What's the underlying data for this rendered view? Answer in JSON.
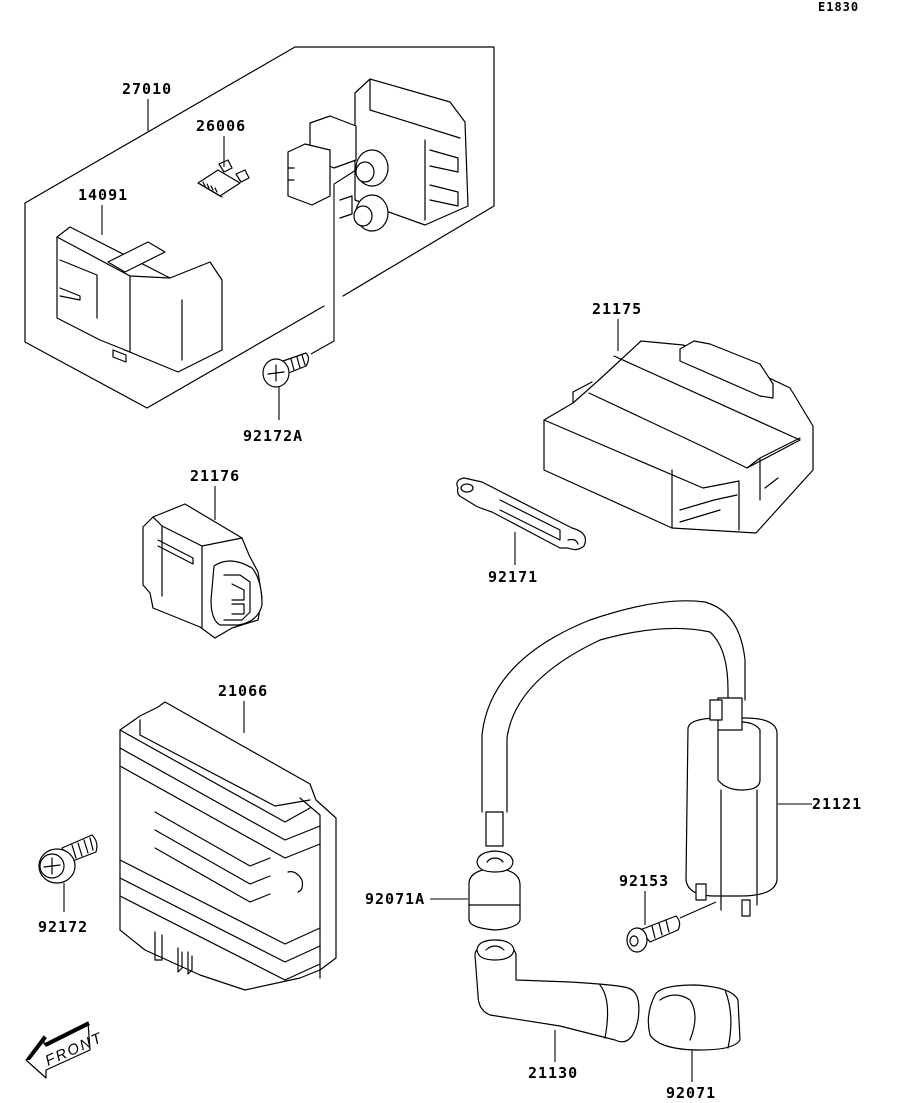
{
  "diagram": {
    "code": "E1830",
    "front_label": "FRONT",
    "parts": [
      {
        "id": "27010",
        "label": "27010",
        "name": "relay-assembly"
      },
      {
        "id": "26006",
        "label": "26006",
        "name": "fuse"
      },
      {
        "id": "14091",
        "label": "14091",
        "name": "cover"
      },
      {
        "id": "92172A",
        "label": "92172A",
        "name": "bolt"
      },
      {
        "id": "21175",
        "label": "21175",
        "name": "igniter-ecu"
      },
      {
        "id": "21176",
        "label": "21176",
        "name": "relay"
      },
      {
        "id": "92171",
        "label": "92171",
        "name": "clamp"
      },
      {
        "id": "21066",
        "label": "21066",
        "name": "regulator"
      },
      {
        "id": "92172",
        "label": "92172",
        "name": "bolt"
      },
      {
        "id": "21121",
        "label": "21121",
        "name": "ignition-coil"
      },
      {
        "id": "92071A",
        "label": "92071A",
        "name": "grommet"
      },
      {
        "id": "92153",
        "label": "92153",
        "name": "bolt"
      },
      {
        "id": "21130",
        "label": "21130",
        "name": "plug-cap"
      },
      {
        "id": "92071",
        "label": "92071",
        "name": "grommet"
      }
    ]
  }
}
